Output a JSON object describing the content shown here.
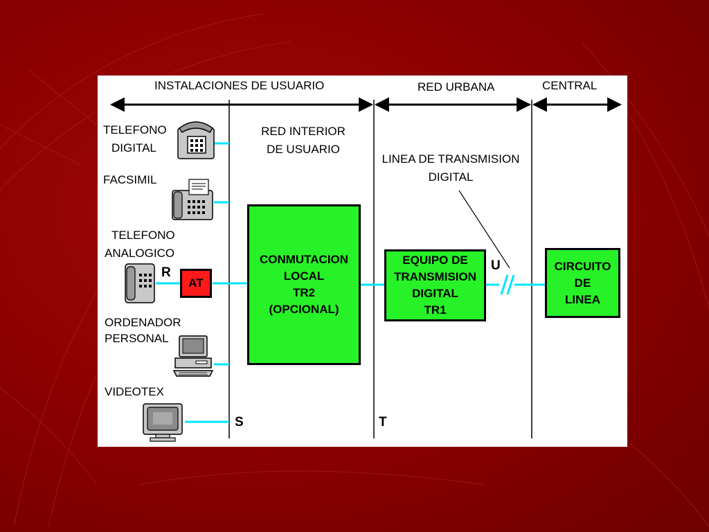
{
  "colors": {
    "background": "#8e0000",
    "panel": "#ffffff",
    "box_fill": "#27f227",
    "adapter_fill": "#ff1a1a",
    "link": "#00e5ff"
  },
  "sections": {
    "user_installations": "INSTALACIONES DE USUARIO",
    "urban_network": "RED URBANA",
    "central": "CENTRAL"
  },
  "devices": {
    "digital_phone": {
      "line1": "TELEFONO",
      "line2": "DIGITAL",
      "icon": "telephone-icon"
    },
    "fax": {
      "line1": "FACSIMIL",
      "icon": "fax-machine-icon"
    },
    "analog_phone": {
      "line1": "TELEFONO",
      "line2": "ANALOGICO",
      "icon": "analog-phone-icon"
    },
    "personal_computer": {
      "line1": "ORDENADOR",
      "line2": "PERSONAL",
      "icon": "desktop-computer-icon"
    },
    "videotex": {
      "line1": "VIDEOTEX",
      "icon": "monitor-icon"
    }
  },
  "labels": {
    "inner_network_line1": "RED INTERIOR",
    "inner_network_line2": "DE USUARIO",
    "transmission_line1": "LINEA DE TRANSMISION",
    "transmission_line2": "DIGITAL",
    "point_r": "R",
    "point_s": "S",
    "point_t": "T",
    "point_u": "U"
  },
  "boxes": {
    "adapter": "AT",
    "local_switching": "CONMUTACION\nLOCAL\nTR2\n(OPCIONAL)",
    "transmission_equipment": "EQUIPO DE\nTRANSMISION\nDIGITAL\nTR1",
    "line_circuit": "CIRCUITO\nDE\nLINEA"
  }
}
